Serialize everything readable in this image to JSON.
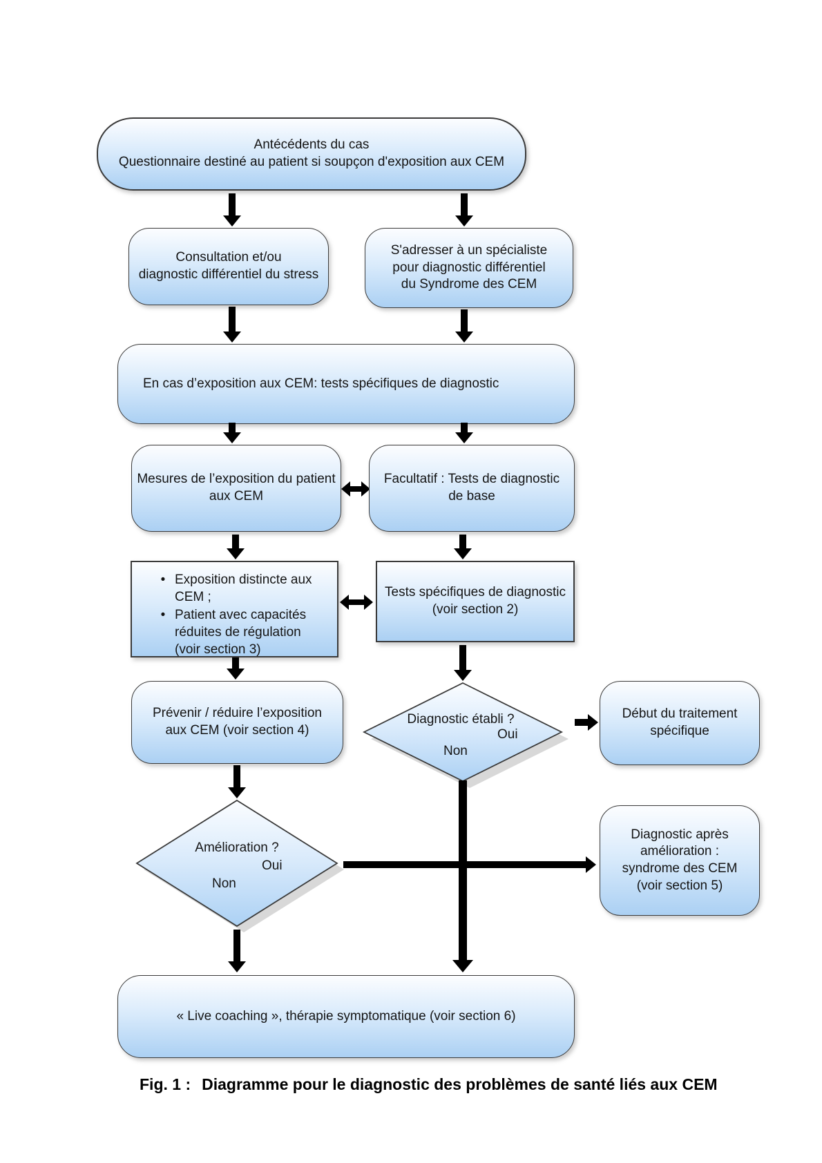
{
  "diagram": {
    "nodes": {
      "start_line1": "Antécédents du cas",
      "start_line2": "Questionnaire destiné au patient si soupçon d'exposition aux CEM",
      "consultation_line1": "Consultation et/ou",
      "consultation_line2": "diagnostic différentiel du stress",
      "specialist_line1": "S'adresser à un spécialiste",
      "specialist_line2": "pour diagnostic différentiel",
      "specialist_line3": "du Syndrome des CEM",
      "exposure_case": "En cas d’exposition aux CEM: tests spécifiques de diagnostic",
      "measures_line1": "Mesures de l’exposition du patient",
      "measures_line2": "aux CEM",
      "optional_tests_line1": "Facultatif : Tests de diagnostic",
      "optional_tests_line2": "de base",
      "criteria_bullet_1": "Exposition distincte aux CEM ;",
      "criteria_bullet_2": "Patient avec capacités réduites de régulation (voir section 3)",
      "bullet_glyph": "•",
      "specific_tests_line1": "Tests spécifiques de diagnostic",
      "specific_tests_line2": "(voir section 2)",
      "prevent_line1": "Prévenir / réduire l’exposition",
      "prevent_line2": "aux CEM (voir section 4)",
      "treatment_line1": "Début du traitement",
      "treatment_line2": "spécifique",
      "post_improvement_line1": "Diagnostic après",
      "post_improvement_line2": "amélioration :",
      "post_improvement_line3": "syndrome des CEM",
      "post_improvement_line4": "(voir section 5)",
      "coaching": "« Live coaching », thérapie symptomatique (voir section 6)"
    },
    "decisions": {
      "diagnosis": {
        "label": "Diagnostic établi ?",
        "yes": "Oui",
        "no": "Non"
      },
      "improvement": {
        "label": "Amélioration ?",
        "yes": "Oui",
        "no": "Non"
      }
    },
    "caption": {
      "fig_label": "Fig. 1 :",
      "title": "Diagramme pour le diagnostic des problèmes de santé liés aux CEM"
    },
    "colors": {
      "node_fill_top": "#fcfdff",
      "node_fill_mid": "#d8eafb",
      "node_fill_bottom": "#abd0f3",
      "border": "#3a3a3a",
      "arrow": "#000000",
      "shadow": "#d8d8d8",
      "text": "#141414"
    }
  }
}
